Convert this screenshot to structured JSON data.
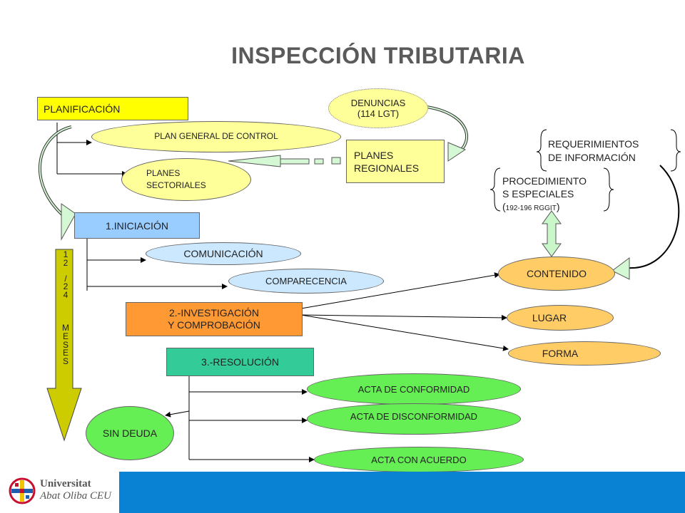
{
  "title": "INSPECCIÓN TRIBUTARIA",
  "nodes": {
    "planificacion": "PLANIFICACIÓN",
    "denuncias_1": "DENUNCIAS",
    "denuncias_2": "(114 LGT)",
    "plan_general": "PLAN GENERAL DE CONTROL",
    "planes_regionales_1": "PLANES",
    "planes_regionales_2": "REGIONALES",
    "planes_sectoriales_1": "PLANES",
    "planes_sectoriales_2": "SECTORIALES",
    "requerimientos_1": "REQUERIMIENTOS",
    "requerimientos_2": "DE INFORMACIÓN",
    "procedimientos_1": "PROCEDIMIENTO",
    "procedimientos_2": "S ESPECIALES",
    "procedimientos_3_open": "(",
    "procedimientos_3_ref": "192-196 RGGIT",
    "procedimientos_3_close": ")",
    "iniciacion": "1.INICIACIÓN",
    "comunicacion": "COMUNICACIÓN",
    "comparecencia": "COMPARECENCIA",
    "investigacion_1": "2.-INVESTIGACIÓN",
    "investigacion_2": "Y COMPROBACIÓN",
    "contenido": "CONTENIDO",
    "lugar": "LUGAR",
    "forma": "FORMA",
    "resolucion": "3.-RESOLUCIÓN",
    "acta_conformidad": "ACTA DE CONFORMIDAD",
    "acta_disconformidad": "ACTA DE DISCONFORMIDAD",
    "acta_acuerdo": "ACTA CON ACUERDO",
    "sin_deuda": "SIN DEUDA",
    "meses": [
      "1",
      "2",
      "/",
      "2",
      "4",
      "",
      "",
      "M",
      "E",
      "S",
      "E",
      "S"
    ]
  },
  "logo": {
    "line1": "Universitat",
    "line2": "Abat Oliba CEU"
  },
  "colors": {
    "yellow": "#ffff00",
    "light_yellow": "#ffff99",
    "light_blue": "#cce8ff",
    "blue_box": "#99ccff",
    "orange": "#ff9933",
    "light_orange": "#ffcc66",
    "teal": "#33cc99",
    "green": "#66ee55",
    "olive_arrow": "#cccc00",
    "footer_blue": "#0a82d4"
  }
}
